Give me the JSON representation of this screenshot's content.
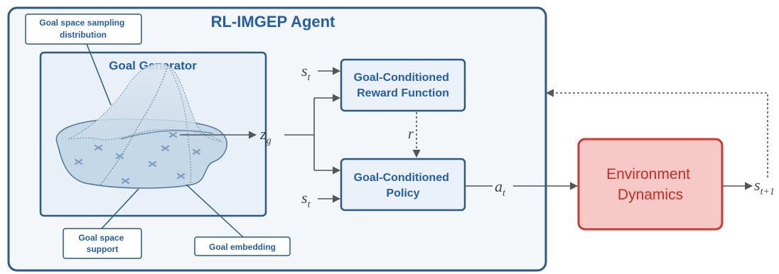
{
  "agent": {
    "title": "RL-IMGEP Agent"
  },
  "goal_generator": {
    "title": "Goal Generator",
    "callouts": {
      "sampling": [
        "Goal space sampling",
        "distribution"
      ],
      "support": [
        "Goal space",
        "support"
      ],
      "embedding": "Goal embedding"
    }
  },
  "reward_function": {
    "label": [
      "Goal-Conditioned",
      "Reward Function"
    ],
    "state_input": "s",
    "state_input_sub": "t"
  },
  "policy": {
    "label": [
      "Goal-Conditioned",
      "Policy"
    ],
    "state_input": "s",
    "state_input_sub": "t"
  },
  "environment": {
    "label": [
      "Environment",
      "Dynamics"
    ]
  },
  "signals": {
    "goal": "z",
    "goal_sub": "g",
    "reward": "r",
    "action": "a",
    "action_sub": "t",
    "next_state": "s",
    "next_state_sub": "t+1"
  },
  "colors": {
    "frame": "#2b5a86",
    "agent_bg": "#f3f7fa",
    "box_fill": "#eaf1f8",
    "env_fill": "#f7c9c6",
    "env_stroke": "#cc3b33",
    "env_text": "#c82c24",
    "title_blue": "#245ea8",
    "arrow": "#555555",
    "marker": "#7f9cbc"
  }
}
